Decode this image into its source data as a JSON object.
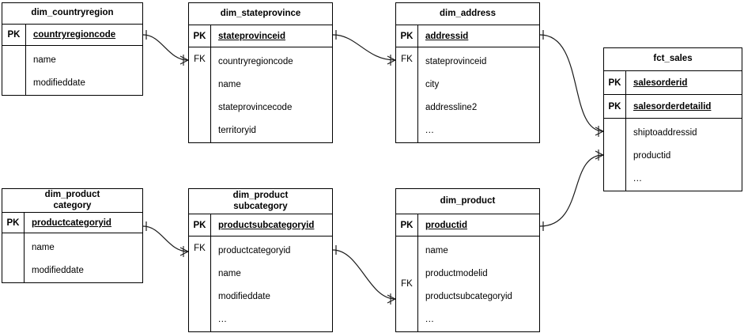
{
  "diagram": {
    "type": "entity-relationship-diagram",
    "background_color": "#ffffff",
    "line_color": "#000000",
    "entities": [
      {
        "id": "dim_countryregion",
        "title": "dim_countryregion",
        "keys": [
          {
            "tag": "PK",
            "name": "countryregioncode"
          }
        ],
        "attributes": [
          "name",
          "modifieddate"
        ],
        "fk_tag": ""
      },
      {
        "id": "dim_stateprovince",
        "title": "dim_stateprovince",
        "keys": [
          {
            "tag": "PK",
            "name": "stateprovinceid"
          }
        ],
        "attributes": [
          "countryregioncode",
          "name",
          "stateprovincecode",
          "territoryid"
        ],
        "fk_tag": "FK"
      },
      {
        "id": "dim_address",
        "title": "dim_address",
        "keys": [
          {
            "tag": "PK",
            "name": "addressid"
          }
        ],
        "attributes": [
          "stateprovinceid",
          "city",
          "addressline2",
          "..."
        ],
        "fk_tag": "FK"
      },
      {
        "id": "fct_sales",
        "title": "fct_sales",
        "keys": [
          {
            "tag": "PK",
            "name": "salesorderid"
          },
          {
            "tag": "PK",
            "name": "salesorderdetailid"
          }
        ],
        "attributes": [
          "shiptoaddressid",
          "productid",
          "..."
        ],
        "fk_tag": ""
      },
      {
        "id": "dim_productcategory",
        "title": "dim_product\ncategory",
        "keys": [
          {
            "tag": "PK",
            "name": "productcategoryid"
          }
        ],
        "attributes": [
          "name",
          "modifieddate"
        ],
        "fk_tag": ""
      },
      {
        "id": "dim_productsubcategory",
        "title": "dim_product\nsubcategory",
        "keys": [
          {
            "tag": "PK",
            "name": "productsubcategoryid"
          }
        ],
        "attributes": [
          "productcategoryid",
          "name",
          "modifieddate",
          "..."
        ],
        "fk_tag": "FK"
      },
      {
        "id": "dim_product",
        "title": "dim_product",
        "keys": [
          {
            "tag": "PK",
            "name": "productid"
          }
        ],
        "attributes": [
          "name",
          "productmodelid",
          "productsubcategoryid",
          "..."
        ],
        "fk_tag": "FK"
      }
    ],
    "relationships": [
      {
        "from": "dim_countryregion.countryregioncode",
        "to": "dim_stateprovince.countryregioncode",
        "from_cardinality": "one",
        "to_cardinality": "many"
      },
      {
        "from": "dim_stateprovince.stateprovinceid",
        "to": "dim_address.stateprovinceid",
        "from_cardinality": "one",
        "to_cardinality": "many"
      },
      {
        "from": "dim_address.addressid",
        "to": "fct_sales.shiptoaddressid",
        "from_cardinality": "one",
        "to_cardinality": "many"
      },
      {
        "from": "dim_product.productid",
        "to": "fct_sales.productid",
        "from_cardinality": "one",
        "to_cardinality": "many"
      },
      {
        "from": "dim_productcategory.productcategoryid",
        "to": "dim_productsubcategory.productcategoryid",
        "from_cardinality": "one",
        "to_cardinality": "many"
      },
      {
        "from": "dim_productsubcategory.productcategoryid",
        "to": "dim_product.productsubcategoryid",
        "from_cardinality": "one",
        "to_cardinality": "many"
      }
    ]
  }
}
